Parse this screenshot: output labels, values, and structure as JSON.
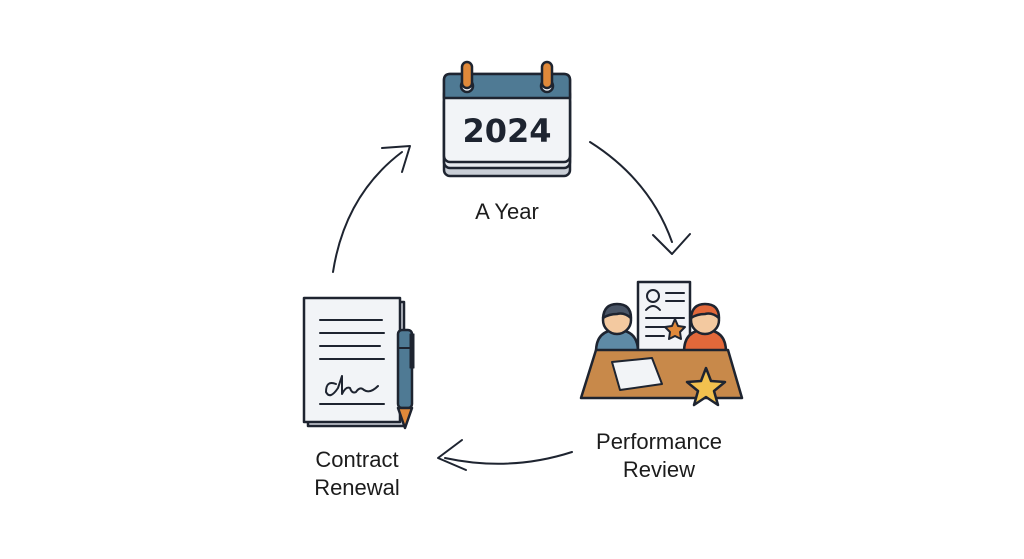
{
  "diagram": {
    "type": "cycle",
    "steps": [
      {
        "label": "A Year",
        "icon": "calendar-icon",
        "calendar_year": "2024"
      },
      {
        "label_lines": [
          "Performance",
          "Review"
        ],
        "icon": "performance-review-icon"
      },
      {
        "label_lines": [
          "Contract",
          "Renewal"
        ],
        "icon": "contract-signing-icon"
      }
    ],
    "arrows": [
      {
        "from": "A Year",
        "to": "Performance Review"
      },
      {
        "from": "Performance Review",
        "to": "Contract Renewal"
      },
      {
        "from": "Contract Renewal",
        "to": "A Year"
      }
    ]
  },
  "colors": {
    "outline": "#1e2430",
    "calendar_header": "#4f7a94",
    "calendar_rings": "#e0893a",
    "desk": "#c8894a",
    "person_left": "#5e8aa6",
    "person_right": "#e2683a",
    "skin": "#f3c9a0",
    "star": "#f2c14e",
    "pen": "#4f7a94",
    "paper": "#f2f4f7"
  }
}
